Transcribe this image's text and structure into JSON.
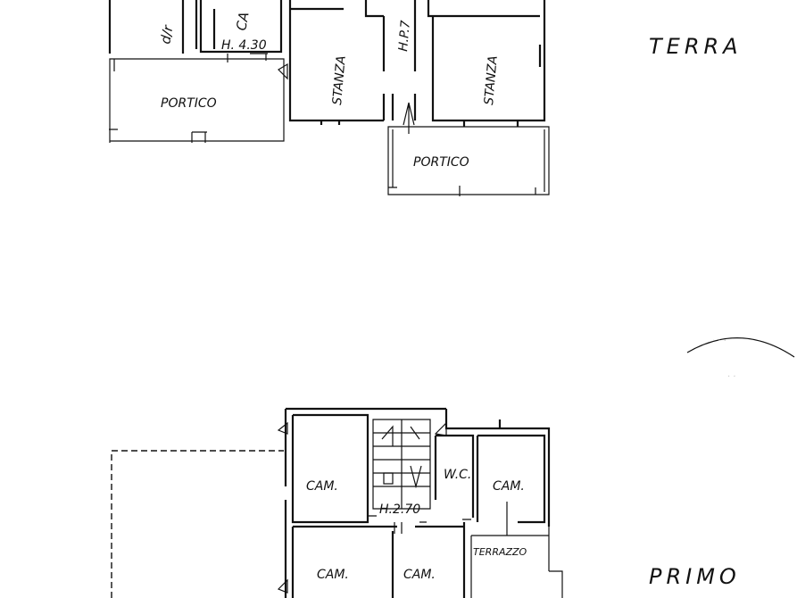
{
  "floors": {
    "ground": {
      "title": "TERRA",
      "rooms": {
        "portico_left": "PORTICO",
        "portico_right": "PORTICO",
        "stanza_a": "STANZA",
        "stanza_b": "STANZA",
        "ca_partial": "CA",
        "left_partial": "d/r"
      },
      "heights": {
        "h_left": "H. 4.30",
        "h_center": "H.P.7"
      }
    },
    "first": {
      "title": "PRIMO",
      "rooms": {
        "cam_1": "CAM.",
        "cam_2": "CAM.",
        "cam_3": "CAM.",
        "cam_4": "CAM.",
        "wc": "W.C.",
        "terrazzo": "TERRAZZO"
      },
      "heights": {
        "h_center": "H.2.70"
      }
    }
  }
}
